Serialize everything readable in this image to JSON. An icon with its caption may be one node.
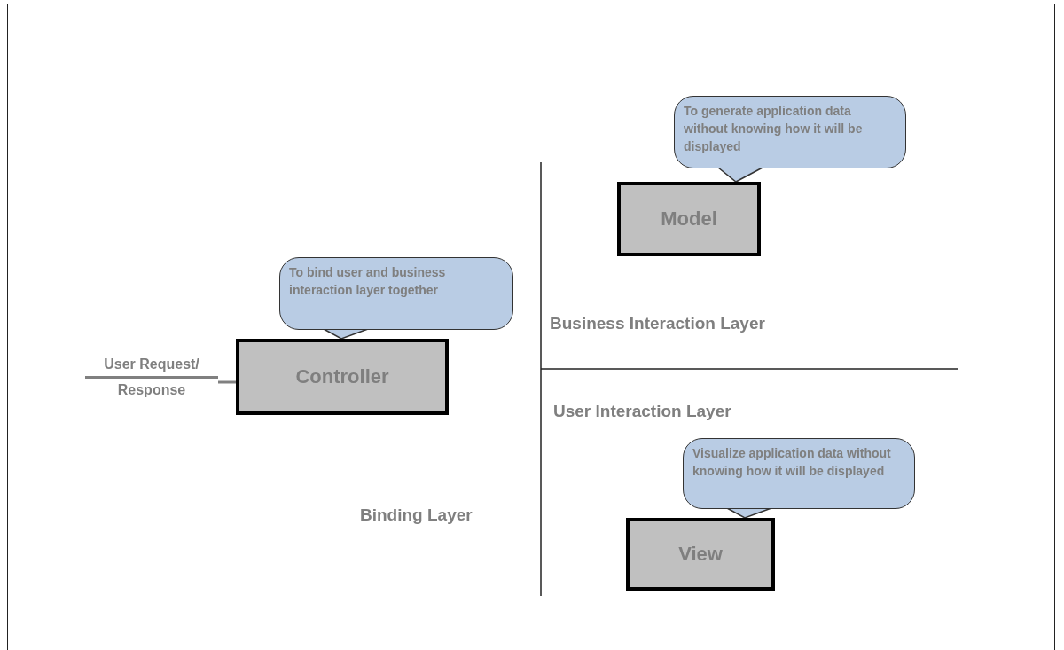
{
  "diagram": {
    "nodes": [
      {
        "text": [
          "To generate application data without knowing how it will be displayed"
        ]
      },
      {
        "text": [
          "Model"
        ]
      },
      {
        "text": [
          "To bind user and business interaction layer together"
        ]
      },
      {
        "text": [
          "User Request/",
          "Response"
        ]
      },
      {
        "text": [
          "Controller"
        ]
      },
      {
        "text": [
          "Visualize application data without knowing how it will be displayed"
        ]
      },
      {
        "text": [
          "View"
        ]
      }
    ],
    "edges": [
      {
        "from": 0,
        "to": 1,
        "arrow": "none"
      },
      {
        "from": 2,
        "to": 4,
        "arrow": "none"
      },
      {
        "from": 3,
        "to": 4,
        "arrow": "none"
      },
      {
        "from": 5,
        "to": 6,
        "arrow": "none"
      }
    ],
    "labels": [
      "Business Interaction Layer",
      "User Interaction Layer",
      "Binding Layer"
    ]
  }
}
